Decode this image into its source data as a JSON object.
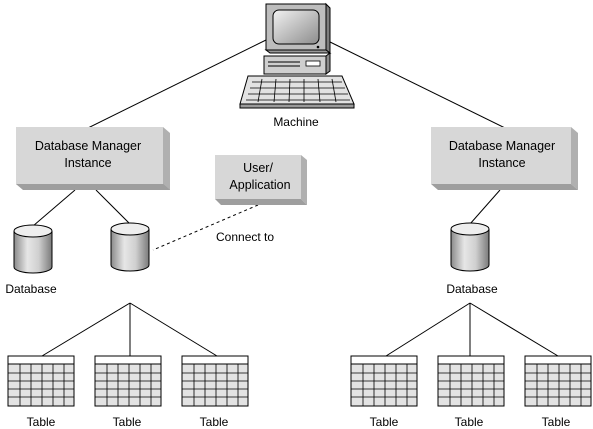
{
  "machine": {
    "label": "Machine"
  },
  "instances": [
    {
      "line1": "Database Manager",
      "line2": "Instance"
    },
    {
      "line1": "Database Manager",
      "line2": "Instance"
    }
  ],
  "user_app": {
    "line1": "User/",
    "line2": "Application"
  },
  "connection": {
    "label": "Connect to"
  },
  "databases": [
    {
      "label": "Database"
    },
    {
      "label": ""
    },
    {
      "label": "Database"
    }
  ],
  "tables": [
    {
      "label": "Table"
    },
    {
      "label": "Table"
    },
    {
      "label": "Table"
    },
    {
      "label": "Table"
    },
    {
      "label": "Table"
    },
    {
      "label": "Table"
    }
  ],
  "colors": {
    "box_fill": "#d7d7d7",
    "box_shadow": "#8f8f8f",
    "line": "#000000"
  }
}
